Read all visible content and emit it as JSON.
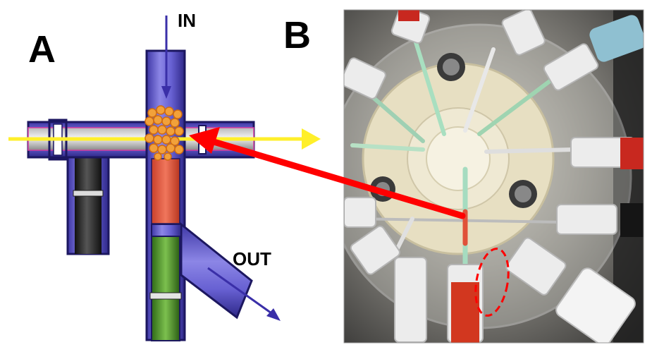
{
  "panels": {
    "a_label": "A",
    "b_label": "B"
  },
  "labels": {
    "in": "IN",
    "out": "OUT"
  },
  "colors": {
    "tube_fill": "#5e57c9",
    "tube_outline": "#1c1760",
    "flow_arrow": "#3a2fa8",
    "beam": "#ffef2a",
    "particles": "#f2a13a",
    "red_column": "#e0513a",
    "green_column": "#4b8a2c",
    "pointer_arrow": "#ff0000",
    "panel_text": "#000000"
  },
  "photo": {
    "description_icon": "rotary-valve-photo"
  }
}
